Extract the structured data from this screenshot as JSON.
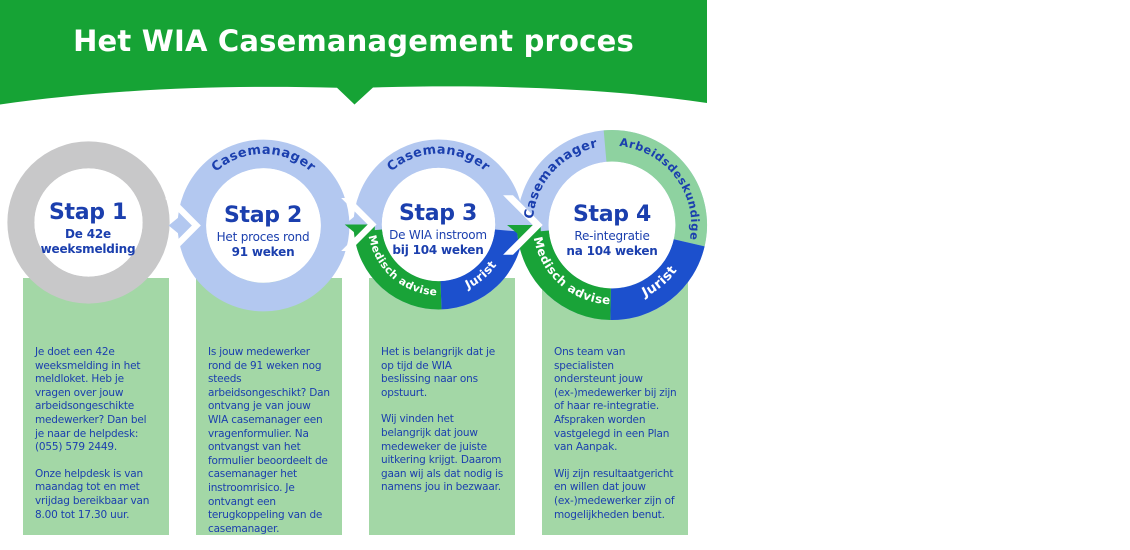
{
  "header": {
    "title": "Het WIA Casemanagement proces"
  },
  "colors": {
    "header_green": "#16a335",
    "panel_green": "#a3d7a6",
    "ring_gray": "#c8c8c9",
    "ring_light_blue": "#b3c8f0",
    "ring_green": "#19a338",
    "ring_dark_blue": "#1c50cd",
    "ring_light_green": "#8ed2a0",
    "text_dark_blue": "#1b3fae"
  },
  "roles": {
    "casemanager": "Casemanager",
    "medisch_adviseur": "Medisch adviseur",
    "jurist": "Jurist",
    "arbeidsdeskundige": "Arbeidsdeskundige"
  },
  "steps": [
    {
      "title": "Stap 1",
      "sub1": "De 42e",
      "sub2": "weeksmelding",
      "paragraphs": [
        "Je doet een 42e weeksmelding in het meldloket. Heb je vragen over jouw arbeidsongeschikte medewerker? Dan bel je naar de helpdesk: (055) 579 2449.",
        "Onze helpdesk is van maandag tot en met vrijdag bereikbaar van 8.00 tot 17.30 uur."
      ]
    },
    {
      "title": "Stap 2",
      "sub1": "Het proces rond",
      "sub2": "91 weken",
      "paragraphs": [
        "Is jouw medewerker rond de 91 weken nog steeds arbeidsongeschikt? Dan ontvang je van jouw WIA casemanager een vragenformulier. Na ontvangst van het formulier beoordeelt de casemanager het instroomrisico. Je ontvangt een terugkoppeling van de casemanager."
      ]
    },
    {
      "title": "Stap 3",
      "sub1": "De WIA instroom",
      "sub2": "bij 104 weken",
      "paragraphs": [
        "Het is belangrijk dat je op tijd de WIA beslissing naar ons opstuurt.",
        "Wij vinden het belangrijk dat jouw medeweker de juiste uitkering krijgt. Daarom gaan wij als dat nodig is namens jou in bezwaar."
      ]
    },
    {
      "title": "Stap 4",
      "sub1": "Re-integratie",
      "sub2": "na 104 weken",
      "paragraphs": [
        "Ons team van specialisten ondersteunt jouw (ex-)medewerker bij zijn of haar re-integratie. Afspraken worden vastgelegd in een Plan van Aanpak.",
        "Wij zijn resultaatgericht en willen dat jouw (ex-)medewerker zijn of mogelijkheden benut."
      ]
    }
  ]
}
